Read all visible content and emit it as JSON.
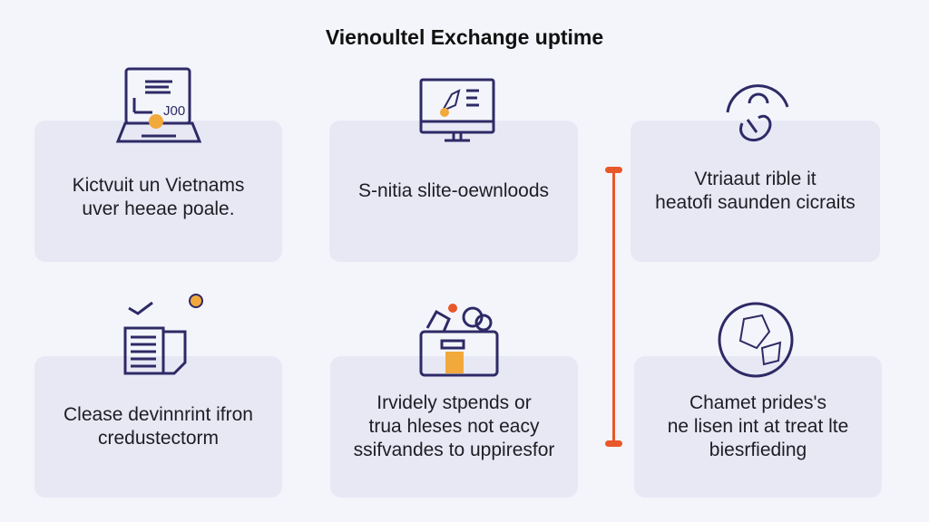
{
  "title": "Vienoultel Exchange  uptime",
  "cards": [
    {
      "lines": [
        "Kictvuit un Vietnams",
        "uver heeae poale."
      ],
      "icon": "laptop-icon"
    },
    {
      "lines": [
        "S-nitia slite-oewnloods"
      ],
      "icon": "monitor-icon"
    },
    {
      "lines": [
        "Vtriaaut rible it",
        "heatofi saunden cicraits"
      ],
      "icon": "support-icon"
    },
    {
      "lines": [
        "Clease devinnrint ifron",
        "credustectorm"
      ],
      "icon": "document-check-icon"
    },
    {
      "lines": [
        "Irvidely stpends or",
        "trua hleses not eacy",
        "ssifvandes to uppiresfor"
      ],
      "icon": "box-icon"
    },
    {
      "lines": [
        "Chamet prides's",
        "ne lisen int at treat lte",
        "biesrfieding"
      ],
      "icon": "globe-icon"
    }
  ],
  "colors": {
    "accent": "#e8582a",
    "icon": "#2e2a66",
    "highlight": "#f2a93b",
    "card": "#e8e8f5"
  }
}
